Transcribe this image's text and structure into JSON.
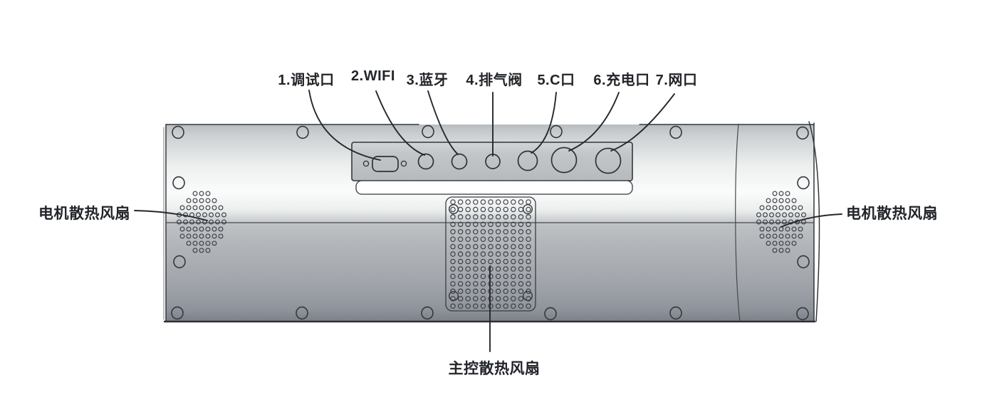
{
  "diagram": {
    "description_labels": {
      "top": [
        {
          "name": "debug-port",
          "text": "1.调试口"
        },
        {
          "name": "wifi-antenna",
          "text": "2.WIFI"
        },
        {
          "name": "bluetooth",
          "text": "3.蓝牙"
        },
        {
          "name": "exhaust-valve",
          "text": "4.排气阀"
        },
        {
          "name": "type-c-port",
          "text": "5.C口"
        },
        {
          "name": "charging-port",
          "text": "6.充电口"
        },
        {
          "name": "ethernet-port",
          "text": "7.网口"
        }
      ],
      "left_fan": "电机散热风扇",
      "right_fan": "电机散热风扇",
      "bottom_fan": "主控散热风扇"
    }
  },
  "colors": {
    "outline": "#33373c",
    "label_text": "#222529",
    "leader": "#25282c",
    "background": "#ffffff",
    "panel_fill": "#c3c6c8",
    "body_highlight": "#fbfbfb",
    "body_shadow": "#84888e"
  }
}
